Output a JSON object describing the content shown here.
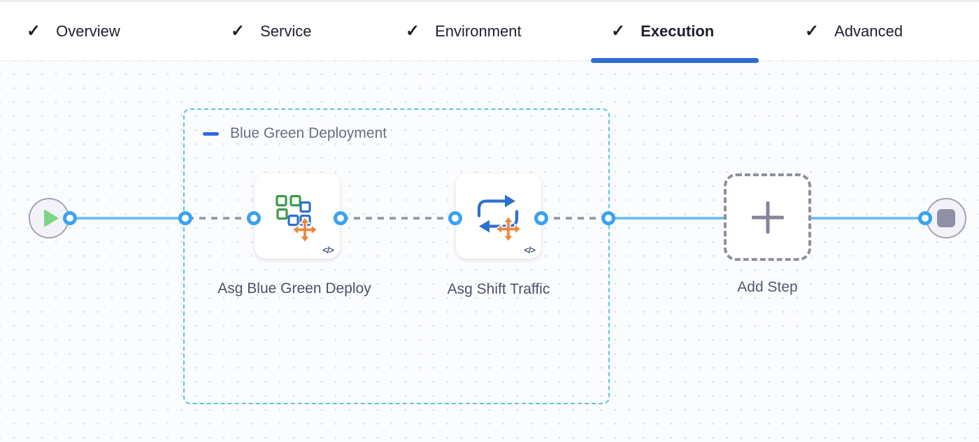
{
  "header": {
    "check_glyph": "✓",
    "tabs": [
      {
        "label": "Overview",
        "status": "completed",
        "active": false
      },
      {
        "label": "Service",
        "status": "completed",
        "active": false
      },
      {
        "label": "Environment",
        "status": "completed",
        "active": false
      },
      {
        "label": "Execution",
        "status": "completed",
        "active": true
      },
      {
        "label": "Advanced",
        "status": "completed",
        "active": false
      }
    ]
  },
  "canvas": {
    "group": {
      "label": "Blue Green Deployment",
      "collapse_icon": "minus-icon"
    },
    "steps": [
      {
        "label": "Asg Blue Green Deploy",
        "icon": "asg-blue-green-deploy-icon",
        "code_badge": "</>"
      },
      {
        "label": "Asg Shift Traffic",
        "icon": "asg-shift-traffic-icon",
        "code_badge": "</>"
      }
    ],
    "add_step": {
      "label": "Add Step",
      "icon": "plus-icon"
    },
    "start_node": {
      "icon": "play-icon"
    },
    "end_node": {
      "icon": "stop-icon"
    }
  },
  "colors": {
    "active_tab_underline": "#2f6bd1",
    "edge_blue": "#74c0ee",
    "edge_dashed_gray": "#9b9daa",
    "port_blue": "#3aa2f2",
    "group_border_cyan": "#56c5ea",
    "collapse_minus_blue": "#2f6bd8",
    "play_green": "#7cd584",
    "stop_gray": "#8f90a6",
    "icon_green": "#3d9a47",
    "icon_blue": "#2e6fd0",
    "icon_orange": "#e8883f"
  }
}
